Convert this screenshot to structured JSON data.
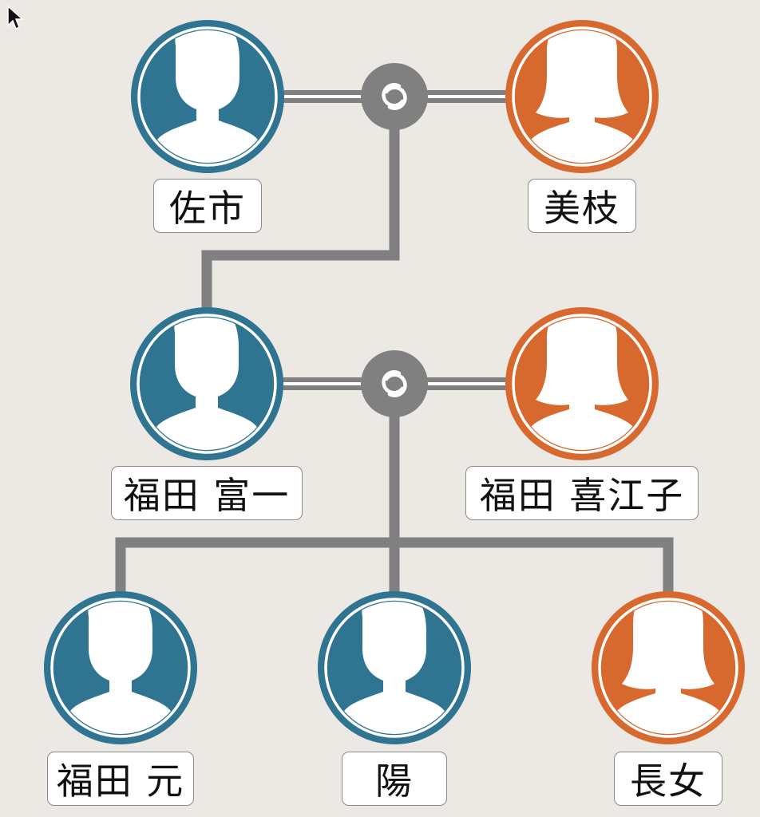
{
  "colors": {
    "male": "#2f7491",
    "female": "#d7692f",
    "connector": "#808080",
    "background": "#ece8e3",
    "label_border": "#8a8a8a"
  },
  "people": {
    "p1": {
      "name": "佐市",
      "gender": "male"
    },
    "p2": {
      "name": "美枝",
      "gender": "female"
    },
    "p3": {
      "name": "福田 富一",
      "gender": "male"
    },
    "p4": {
      "name": "福田 喜江子",
      "gender": "female"
    },
    "p5": {
      "name": "福田 元",
      "gender": "male"
    },
    "p6": {
      "name": "陽",
      "gender": "male"
    },
    "p7": {
      "name": "長女",
      "gender": "female"
    }
  },
  "marriages": [
    {
      "partners": [
        "p1",
        "p2"
      ],
      "children": [
        "p3"
      ],
      "icon": "marriage-rings-icon"
    },
    {
      "partners": [
        "p3",
        "p4"
      ],
      "children": [
        "p5",
        "p6",
        "p7"
      ],
      "icon": "marriage-rings-icon"
    }
  ]
}
